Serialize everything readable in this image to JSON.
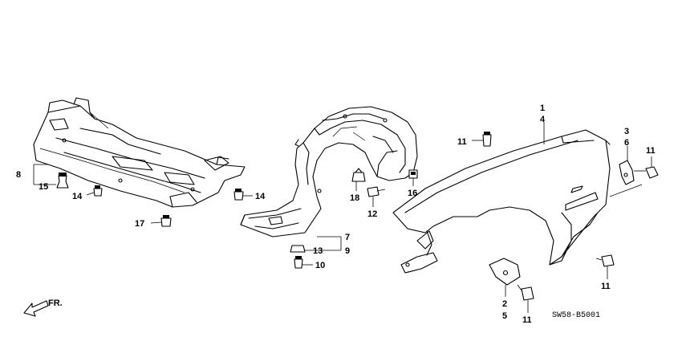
{
  "diagram_code": "SW58-B5001",
  "direction_label": "FR.",
  "callouts": {
    "c1": "1",
    "c4": "4",
    "c3": "3",
    "c6": "6",
    "c11_top": "11",
    "c11_right": "11",
    "c11_bot_right": "11",
    "c11_bottom": "11",
    "c2": "2",
    "c5": "5",
    "c7": "7",
    "c9": "9",
    "c13": "13",
    "c10": "10",
    "c18": "18",
    "c12": "12",
    "c16": "16",
    "c8": "8",
    "c15": "15",
    "c14_left": "14",
    "c14_right": "14",
    "c17": "17"
  }
}
